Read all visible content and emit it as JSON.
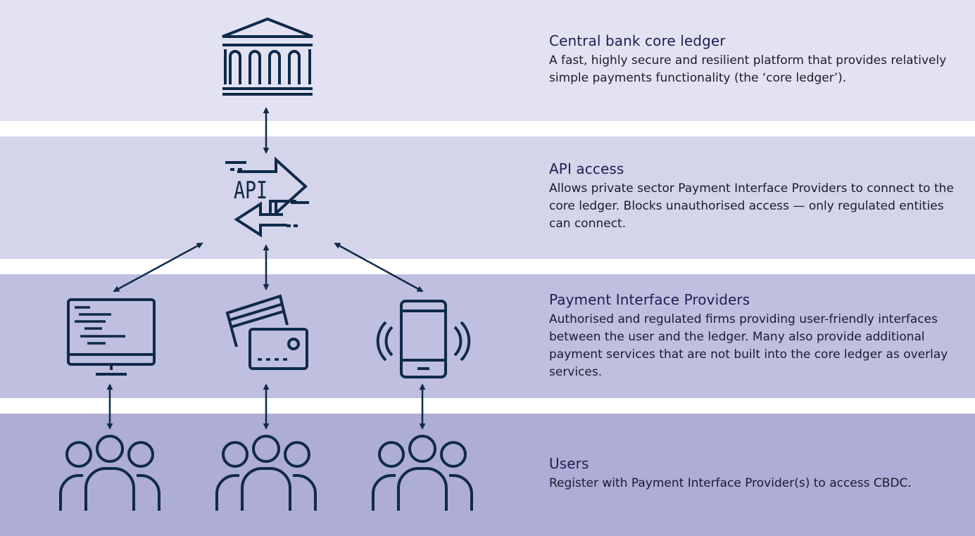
{
  "colors": {
    "band_ledger": "#e3e2f2",
    "band_api": "#d4d4ea",
    "band_providers": "#bfbfdf",
    "band_users": "#adadd5",
    "icon_stroke": "#0f2a4a",
    "heading": "#1f1d55"
  },
  "layers": [
    {
      "heading": "Central bank core ledger",
      "description": "A fast, highly secure and resilient platform that provides relatively simple payments functionality (the ‘core ledger’).",
      "icons": [
        "bank-building-icon"
      ]
    },
    {
      "heading": "API access",
      "description": "Allows private sector Payment Interface Providers to connect to the core ledger. Blocks unauthorised access — only regulated entities can connect.",
      "icon_label": "API",
      "icons": [
        "api-arrows-icon"
      ]
    },
    {
      "heading": "Payment Interface Providers",
      "description": "Authorised and regulated firms providing user-friendly interfaces between the user and the ledger. Many also provide additional payment services that are not built into the core ledger as overlay services.",
      "icons": [
        "desktop-monitor-icon",
        "payment-cards-icon",
        "smartphone-icon"
      ]
    },
    {
      "heading": "Users",
      "description": "Register with Payment Interface Provider(s) to access CBDC.",
      "icons": [
        "user-group-icon",
        "user-group-icon",
        "user-group-icon"
      ]
    }
  ],
  "connections": [
    {
      "from": "bank-building-icon",
      "to": "api-arrows-icon"
    },
    {
      "from": "api-arrows-icon",
      "to": "desktop-monitor-icon"
    },
    {
      "from": "api-arrows-icon",
      "to": "payment-cards-icon"
    },
    {
      "from": "api-arrows-icon",
      "to": "smartphone-icon"
    },
    {
      "from": "desktop-monitor-icon",
      "to": "user-group-icon"
    },
    {
      "from": "payment-cards-icon",
      "to": "user-group-icon"
    },
    {
      "from": "smartphone-icon",
      "to": "user-group-icon"
    }
  ]
}
